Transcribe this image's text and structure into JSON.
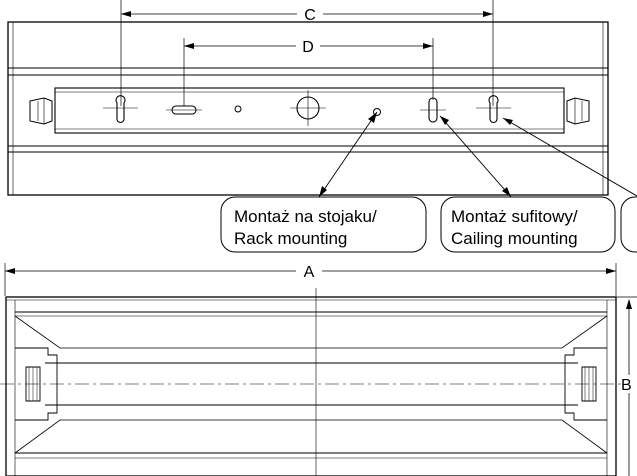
{
  "dimensions": {
    "A": "A",
    "B": "B",
    "C": "C",
    "D": "D"
  },
  "callouts": {
    "rack": {
      "line1": "Montaż na stojaku/",
      "line2": "Rack mounting"
    },
    "ceiling": {
      "line1": "Montaż sufitowy/",
      "line2": "Cailing mounting"
    }
  }
}
